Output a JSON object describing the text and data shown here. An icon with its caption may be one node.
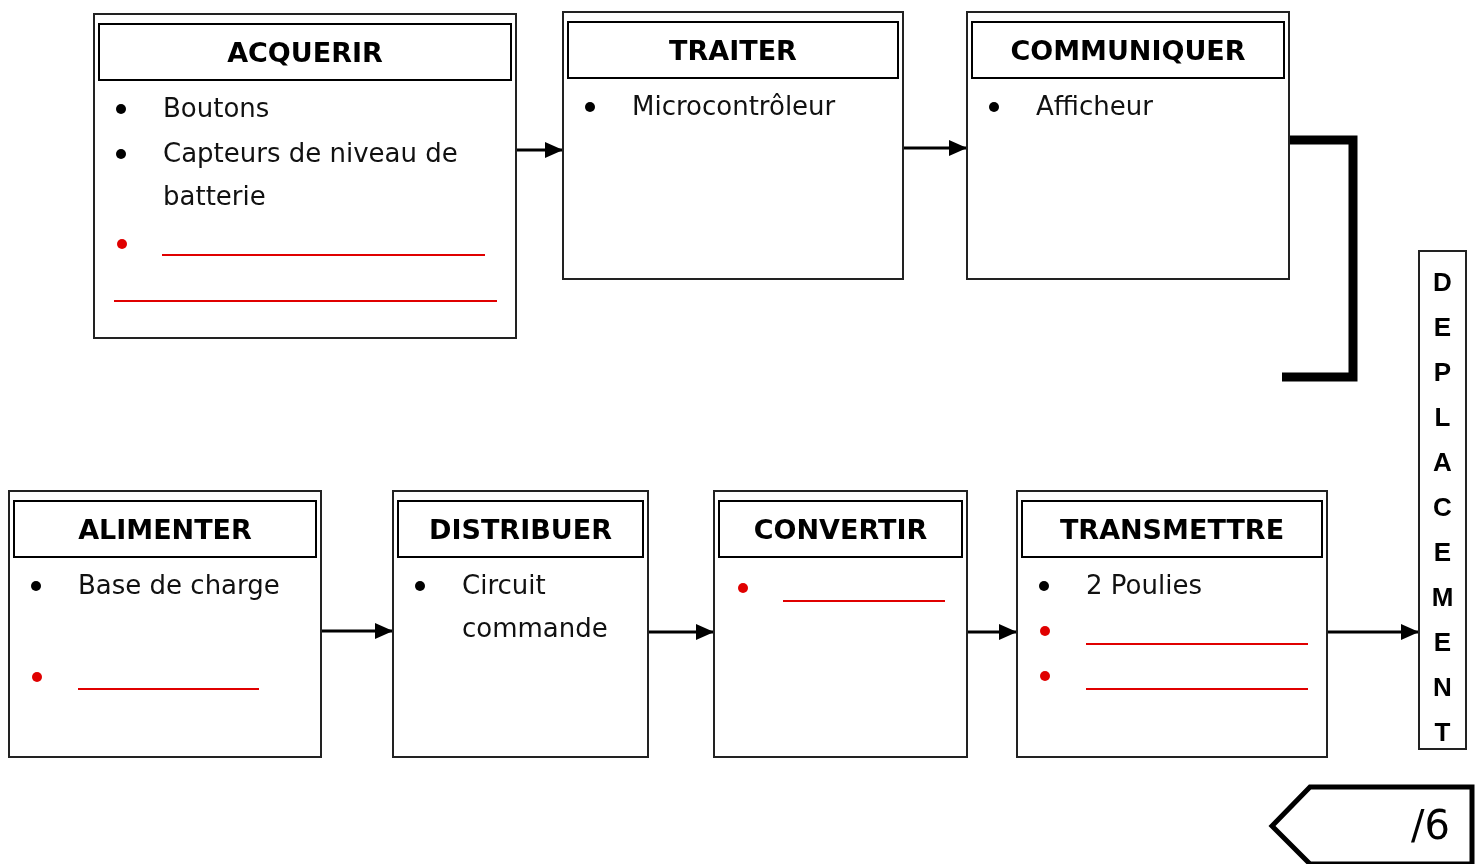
{
  "diagram": {
    "nodes": [
      {
        "text": [
          "ACQUERIR",
          "Boutons",
          "Capteurs de niveau de batterie"
        ]
      },
      {
        "text": [
          "TRAITER",
          "Microcontrôleur"
        ]
      },
      {
        "text": [
          "COMMUNIQUER",
          "Afficheur"
        ]
      },
      {
        "text": [
          "ALIMENTER",
          "Base de charge"
        ]
      },
      {
        "text": [
          "DISTRIBUER",
          "Circuit commande"
        ]
      },
      {
        "text": [
          "CONVERTIR"
        ]
      },
      {
        "text": [
          "TRANSMETTRE",
          "2 Poulies"
        ]
      },
      {
        "text": [
          "DEPLACEMENT"
        ]
      },
      {
        "text": [
          "/6"
        ]
      }
    ],
    "edges": [
      {
        "from": 0,
        "to": 1,
        "arrow": "to"
      },
      {
        "from": 1,
        "to": 2,
        "arrow": "to"
      },
      {
        "from": 2,
        "to": null,
        "arrow": "none",
        "style": "thick"
      },
      {
        "from": 3,
        "to": 4,
        "arrow": "to"
      },
      {
        "from": 4,
        "to": 5,
        "arrow": "to"
      },
      {
        "from": 5,
        "to": 6,
        "arrow": "to"
      },
      {
        "from": 6,
        "to": 7,
        "arrow": "to"
      }
    ]
  }
}
